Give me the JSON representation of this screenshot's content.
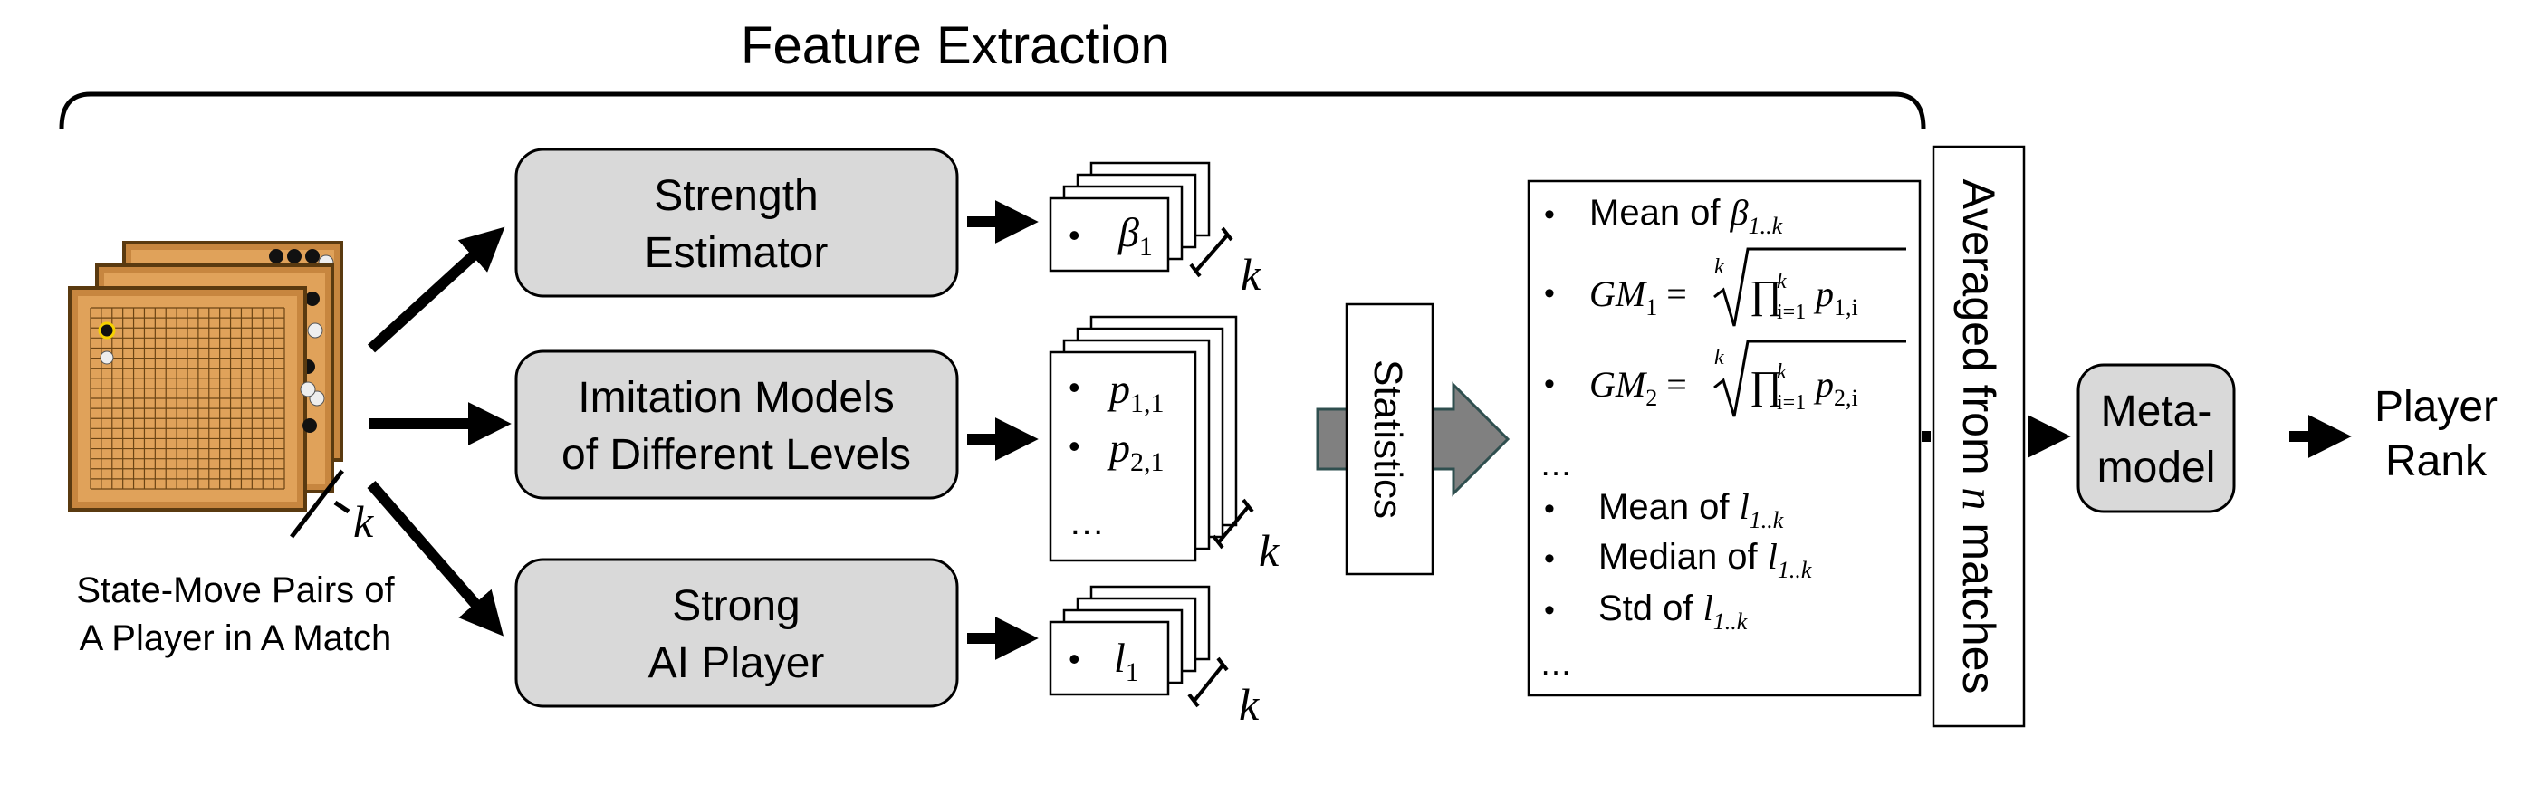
{
  "title": "Feature Extraction",
  "input_caption": {
    "line1": "State-Move Pairs of",
    "line2": "A Player in A Match"
  },
  "models": [
    {
      "line1": "Strength",
      "line2": "Estimator"
    },
    {
      "line1": "Imitation Models",
      "line2": "of Different Levels"
    },
    {
      "line1": "Strong",
      "line2": "AI Player"
    }
  ],
  "outputs": {
    "beta": {
      "var": "β",
      "sub": "1"
    },
    "p_items": [
      {
        "var": "p",
        "sub": "1,1"
      },
      {
        "var": "p",
        "sub": "2,1"
      }
    ],
    "p_ellipsis": "…",
    "l": {
      "var": "l",
      "sub": "1"
    }
  },
  "k_symbol": "k",
  "bullet": "•",
  "statistics_label": "Statistics",
  "features": {
    "mean_beta": {
      "prefix": "Mean of ",
      "var": "β",
      "sub": "1..k"
    },
    "gm1": {
      "var": "GM",
      "sub": "1",
      "eq": " = ",
      "root_index": "k",
      "prod": "∏",
      "prod_sub": "i=1",
      "prod_sup": "k",
      "term_var": "p",
      "term_sub": "1,i"
    },
    "gm2": {
      "var": "GM",
      "sub": "2",
      "eq": " = ",
      "root_index": "k",
      "prod": "∏",
      "prod_sub": "i=1",
      "prod_sup": "k",
      "term_var": "p",
      "term_sub": "2,i"
    },
    "ellipsis": "…",
    "mean_l": {
      "prefix": "Mean of ",
      "var": "l",
      "sub": "1..k"
    },
    "median_l": {
      "prefix": "Median of ",
      "var": "l",
      "sub": "1..k"
    },
    "std_l": {
      "prefix": "Std of ",
      "var": "l",
      "sub": "1..k"
    },
    "ellipsis2": "…"
  },
  "averaged_label": {
    "text": "Averaged from ",
    "var": "n",
    "suffix": " matches"
  },
  "meta_model": {
    "line1": "Meta-",
    "line2": "model"
  },
  "output_label": {
    "line1": "Player",
    "line2": "Rank"
  },
  "colors": {
    "box_fill": "#d9d9d9",
    "stroke": "#000000",
    "board": "#e0a25a",
    "board_line": "#6b4414",
    "stats_arrow": "#808080"
  }
}
